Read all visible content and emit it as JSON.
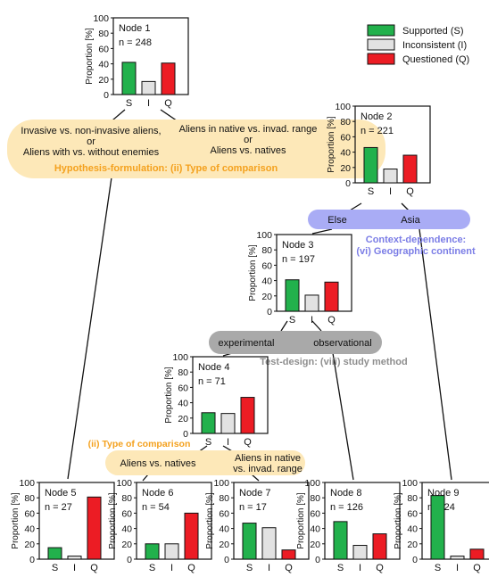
{
  "colors": {
    "supported": "#22b14c",
    "inconsistent": "#e2e2e2",
    "questioned": "#ec1c24",
    "orange_band": "#fde8b8",
    "orange_text": "#f4a11e",
    "purple_band": "#a9acf5",
    "purple_text": "#7b7de6",
    "gray_band": "#a9a9a9",
    "gray_text": "#8e8e8e"
  },
  "legend": [
    {
      "label": "Supported (S)",
      "key": "supported"
    },
    {
      "label": "Inconsistent (I)",
      "key": "inconsistent"
    },
    {
      "label": "Questioned (Q)",
      "key": "questioned"
    }
  ],
  "axis": {
    "ylabel": "Proportion [%]",
    "yticks": [
      "100",
      "80",
      "60",
      "40",
      "20",
      "0"
    ],
    "categories": [
      "S",
      "I",
      "Q"
    ]
  },
  "splits": {
    "s1": {
      "left_lines": [
        "Invasive vs. non-invasive aliens,",
        "or",
        "Aliens with vs. without enemies"
      ],
      "right_lines": [
        "Aliens in native vs. invad. range",
        "or",
        "Aliens vs. natives"
      ],
      "title": "Hypothesis-formulation: (ii) Type of comparison"
    },
    "s2": {
      "left": "Else",
      "right": "Asia",
      "title_lines": [
        "Context-dependence:",
        "(vi) Geographic continent"
      ]
    },
    "s3": {
      "left": "experimental",
      "right": "observational",
      "title": "Test-design: (viii) study method"
    },
    "s4": {
      "left": "Aliens vs. natives",
      "right_lines": [
        "Aliens in native",
        "vs. invad. range"
      ],
      "title": "(ii) Type of comparison"
    }
  },
  "chart_data": [
    {
      "type": "bar",
      "title": "Node 1",
      "n": "n = 248",
      "categories": [
        "S",
        "I",
        "Q"
      ],
      "values": [
        42,
        17,
        41
      ],
      "ylabel": "Proportion [%]",
      "ylim": [
        0,
        100
      ]
    },
    {
      "type": "bar",
      "title": "Node 2",
      "n": "n = 221",
      "categories": [
        "S",
        "I",
        "Q"
      ],
      "values": [
        46,
        18,
        36
      ],
      "ylabel": "Proportion [%]",
      "ylim": [
        0,
        100
      ]
    },
    {
      "type": "bar",
      "title": "Node 3",
      "n": "n = 197",
      "categories": [
        "S",
        "I",
        "Q"
      ],
      "values": [
        41,
        21,
        38
      ],
      "ylabel": "Proportion [%]",
      "ylim": [
        0,
        100
      ]
    },
    {
      "type": "bar",
      "title": "Node 4",
      "n": "n = 71",
      "categories": [
        "S",
        "I",
        "Q"
      ],
      "values": [
        27,
        26,
        47
      ],
      "ylabel": "Proportion [%]",
      "ylim": [
        0,
        100
      ]
    },
    {
      "type": "bar",
      "title": "Node 5",
      "n": "n = 27",
      "categories": [
        "S",
        "I",
        "Q"
      ],
      "values": [
        15,
        4,
        81
      ],
      "ylabel": "Proportion [%]",
      "ylim": [
        0,
        100
      ]
    },
    {
      "type": "bar",
      "title": "Node 6",
      "n": "n = 54",
      "categories": [
        "S",
        "I",
        "Q"
      ],
      "values": [
        20,
        20,
        60
      ],
      "ylabel": "Proportion [%]",
      "ylim": [
        0,
        100
      ]
    },
    {
      "type": "bar",
      "title": "Node 7",
      "n": "n = 17",
      "categories": [
        "S",
        "I",
        "Q"
      ],
      "values": [
        47,
        41,
        12
      ],
      "ylabel": "Proportion [%]",
      "ylim": [
        0,
        100
      ]
    },
    {
      "type": "bar",
      "title": "Node 8",
      "n": "n = 126",
      "categories": [
        "S",
        "I",
        "Q"
      ],
      "values": [
        49,
        18,
        33
      ],
      "ylabel": "Proportion [%]",
      "ylim": [
        0,
        100
      ]
    },
    {
      "type": "bar",
      "title": "Node 9",
      "n": "n = 24",
      "categories": [
        "S",
        "I",
        "Q"
      ],
      "values": [
        83,
        4,
        13
      ],
      "ylabel": "Proportion [%]",
      "ylim": [
        0,
        100
      ]
    }
  ]
}
